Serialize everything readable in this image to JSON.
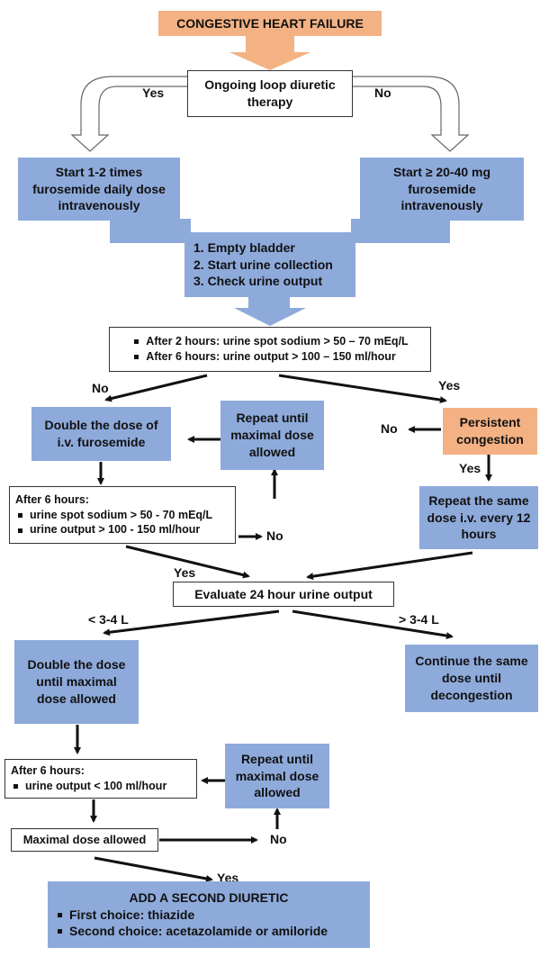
{
  "title": "CONGESTIVE HEART FAILURE",
  "q_ongoing": "Ongoing loop diuretic therapy",
  "yes": "Yes",
  "no": "No",
  "start_yes": "Start 1-2 times furosemide daily dose intravenously",
  "start_no": "Start ≥ 20-40 mg furosemide intravenously",
  "steps": [
    "1. Empty bladder",
    "2. Start urine collection",
    "3. Check urine output"
  ],
  "check1": [
    "After 2 hours: urine spot sodium > 50 – 70 mEq/L",
    "After 6 hours: urine output > 100 – 150 ml/hour"
  ],
  "double_dose": "Double the dose of i.v. furosemide",
  "repeat_until_1": "Repeat until maximal dose allowed",
  "persistent": "Persistent congestion",
  "check2_title": "After 6 hours:",
  "check2": [
    "urine spot sodium > 50 - 70 mEq/L",
    "urine output > 100 - 150 ml/hour"
  ],
  "repeat_same": "Repeat the same dose i.v. every 12 hours",
  "evaluate": "Evaluate 24 hour urine output",
  "lt": "< 3-4 L",
  "gt": "> 3-4 L",
  "double_until": "Double the dose until maximal dose allowed",
  "continue_same": "Continue the same dose until decongestion",
  "check3_title": "After 6 hours:",
  "check3": [
    "urine output < 100 ml/hour"
  ],
  "repeat_until_2": "Repeat until maximal dose allowed",
  "maximal": "Maximal dose allowed",
  "second_title": "ADD A SECOND DIURETIC",
  "second": [
    "First choice: thiazide",
    "Second choice: acetazolamide or amiloride"
  ],
  "colors": {
    "blue": "#8eaadb",
    "orange": "#f4b183"
  }
}
